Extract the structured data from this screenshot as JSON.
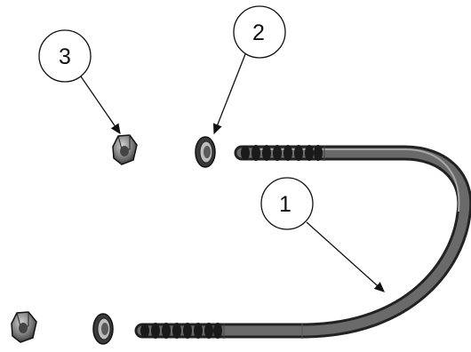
{
  "callouts": [
    {
      "label": "1",
      "part": "u-bolt"
    },
    {
      "label": "2",
      "part": "flat-washer"
    },
    {
      "label": "3",
      "part": "hex-nut"
    }
  ],
  "colors": {
    "line": "#111111",
    "metal_dark": "#3a3a3a",
    "metal_mid": "#6f6f6f",
    "metal_light": "#bdbdbd",
    "thread": "#1e1e1e"
  }
}
